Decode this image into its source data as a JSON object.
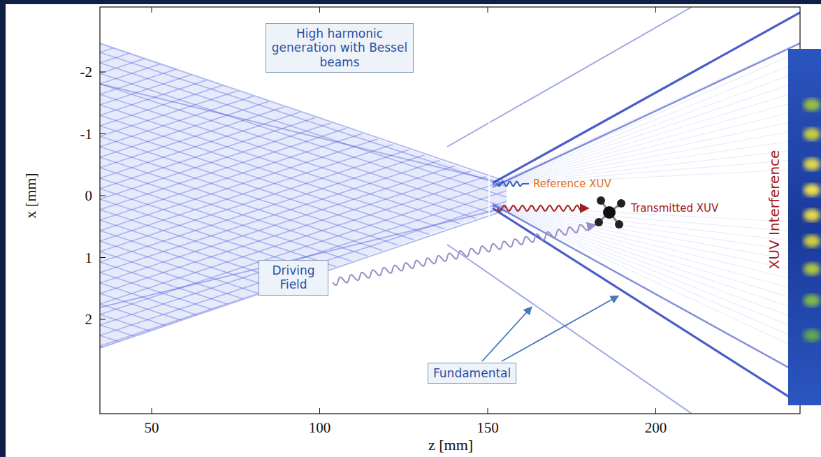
{
  "diagram": {
    "nodes": [
      {
        "text": [
          "High harmonic generation with Bessel beams"
        ]
      },
      {
        "text": [
          "Driving Field"
        ]
      },
      {
        "text": [
          "Fundamental"
        ]
      }
    ],
    "labels": [
      "-2",
      "-1",
      "0",
      "1",
      "2",
      "50",
      "100",
      "150",
      "200",
      "x [mm]",
      "z [mm]",
      "Reference XUV",
      "Transmitted XUV",
      "XUV Interference"
    ]
  }
}
